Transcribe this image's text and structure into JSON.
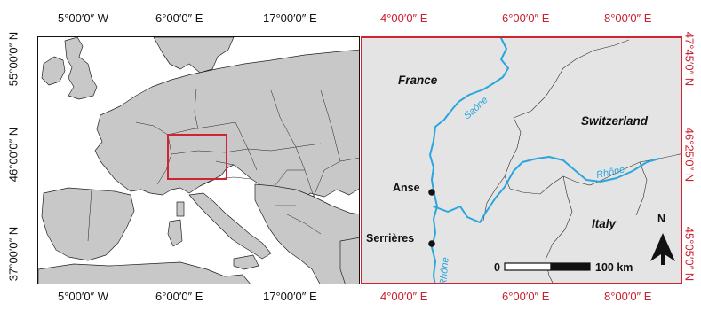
{
  "left_map": {
    "top_ticks": [
      "5°00′0″ W",
      "6°00′0″ E",
      "17°00′0″ E"
    ],
    "bottom_ticks": [
      "5°00′0″ W",
      "6°00′0″ E",
      "17°00′0″ E"
    ],
    "left_ticks": [
      "55°00′0″ N",
      "46°00′0″ N",
      "37°00′0″ N"
    ]
  },
  "right_map": {
    "top_ticks": [
      "4°00′0″ E",
      "6°00′0″ E",
      "8°00′0″ E"
    ],
    "bottom_ticks": [
      "4°00′0″ E",
      "6°00′0″ E",
      "8°00′0″ E"
    ],
    "right_ticks": [
      "47°45′0″ N",
      "46°25′0″ N",
      "45°05′0″ N"
    ],
    "countries": [
      "France",
      "Switzerland",
      "Italy"
    ],
    "towns": [
      "Anse",
      "Serrières"
    ],
    "rivers": [
      "Saône",
      "Rhône",
      "Rhône"
    ],
    "north_label": "N",
    "scale": {
      "start_label": "0",
      "end_label": "100 km"
    }
  },
  "colors": {
    "land": "#c8c8c8",
    "sea": "#ffffff",
    "inset_frame": "#d12432",
    "river": "#2aa6de",
    "tick_red": "#c8202f"
  }
}
